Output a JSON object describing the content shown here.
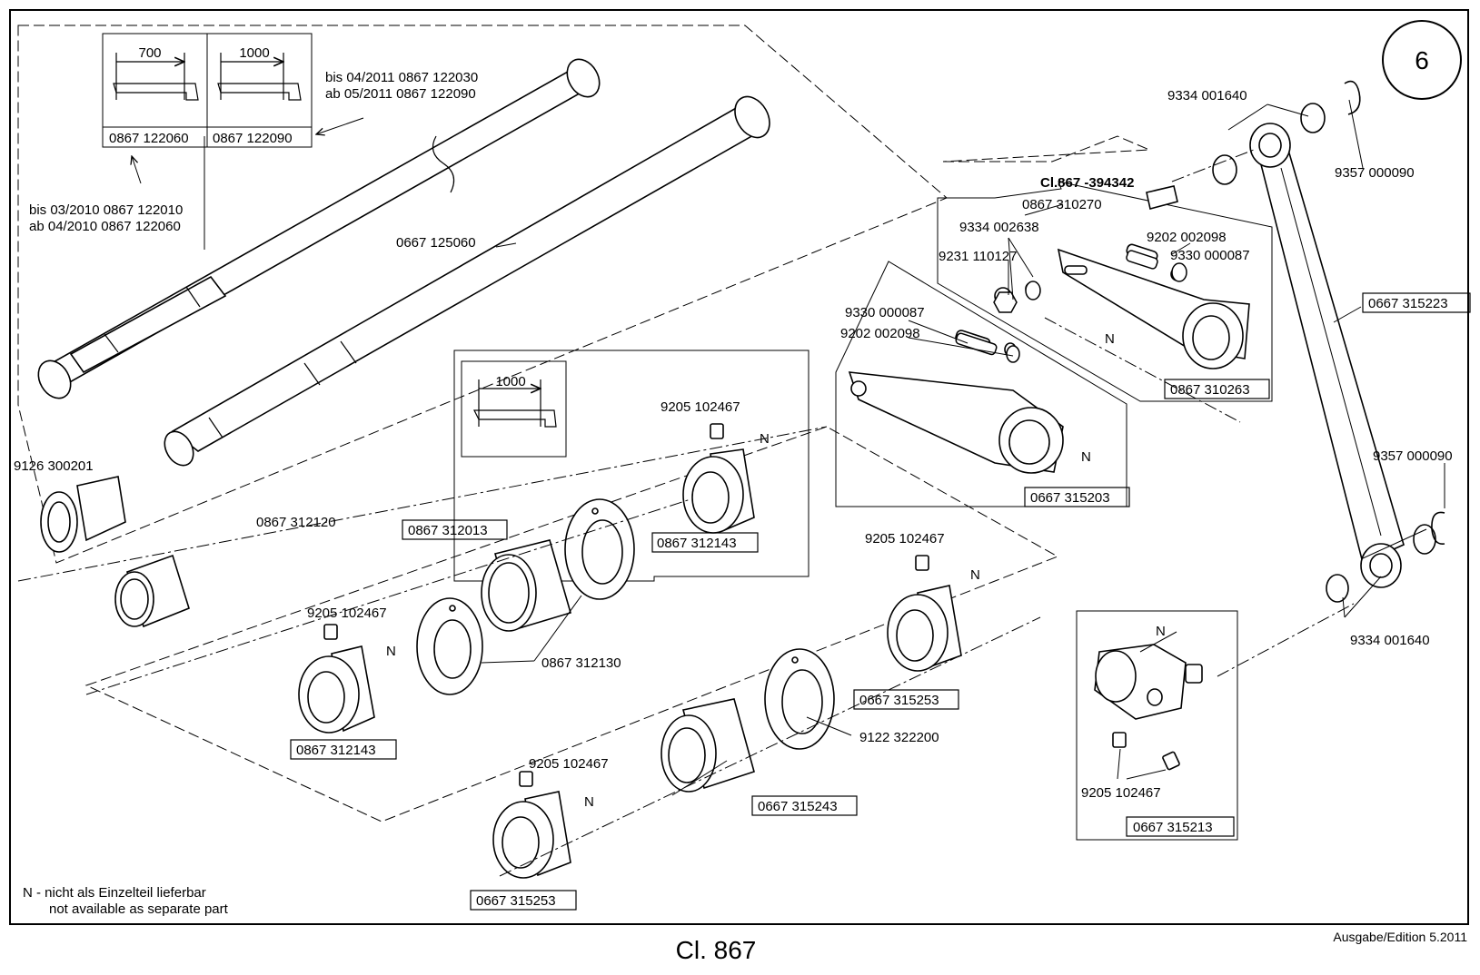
{
  "page_number": "6",
  "class_title": "Cl. 867",
  "edition": "Ausgabe/Edition  5.2011",
  "group_label": "Cl.867 -394342",
  "footnote": {
    "line1": "N - nicht als Einzelteil lieferbar",
    "line2": "not available as separate part"
  },
  "n_marker": "N",
  "dimensions": {
    "d700": "700",
    "d1000a": "1000",
    "d1000b": "1000"
  },
  "version_notes": {
    "upper_1": "bis  04/2011  0867 122030",
    "upper_2": "ab   05/2011  0867 122090",
    "lower_1": "bis  03/2010  0867 122010",
    "lower_2": "ab   04/2010  0867 122060"
  },
  "parts": {
    "p_0867_122060": "0867 122060",
    "p_0867_122090": "0867 122090",
    "p_0667_125060": "0667 125060",
    "p_9126_300201": "9126 300201",
    "p_0867_312120": "0867 312120",
    "p_0867_312013": "0867 312013",
    "p_0867_312130": "0867 312130",
    "p_9205_a": "9205 102467",
    "p_0867_312143_a": "0867 312143",
    "p_9205_b": "9205 102467",
    "p_0867_312143_b": "0867 312143",
    "p_9205_c": "9205 102467",
    "p_0667_315253_a": "0667 315253",
    "p_9122_322200": "9122 322200",
    "p_0667_315243": "0667 315243",
    "p_9205_d": "9205 102467",
    "p_0667_315253_b": "0667 315253",
    "p_9330_000087_a": "9330 000087",
    "p_9202_002098_a": "9202 002098",
    "p_0667_315203": "0667 315203",
    "p_0867_310270": "0867 310270",
    "p_9334_002638": "9334 002638",
    "p_9231_110127": "9231 110127",
    "p_9202_002098_b": "9202 002098",
    "p_9330_000087_b": "9330 000087",
    "p_0867_310263": "0867 310263",
    "p_9334_001640_a": "9334 001640",
    "p_9357_000090_a": "9357 000090",
    "p_0667_315223": "0667 315223",
    "p_9357_000090_b": "9357 000090",
    "p_9334_001640_b": "9334 001640",
    "p_9205_e": "9205 102467",
    "p_0667_315213": "0667 315213"
  }
}
